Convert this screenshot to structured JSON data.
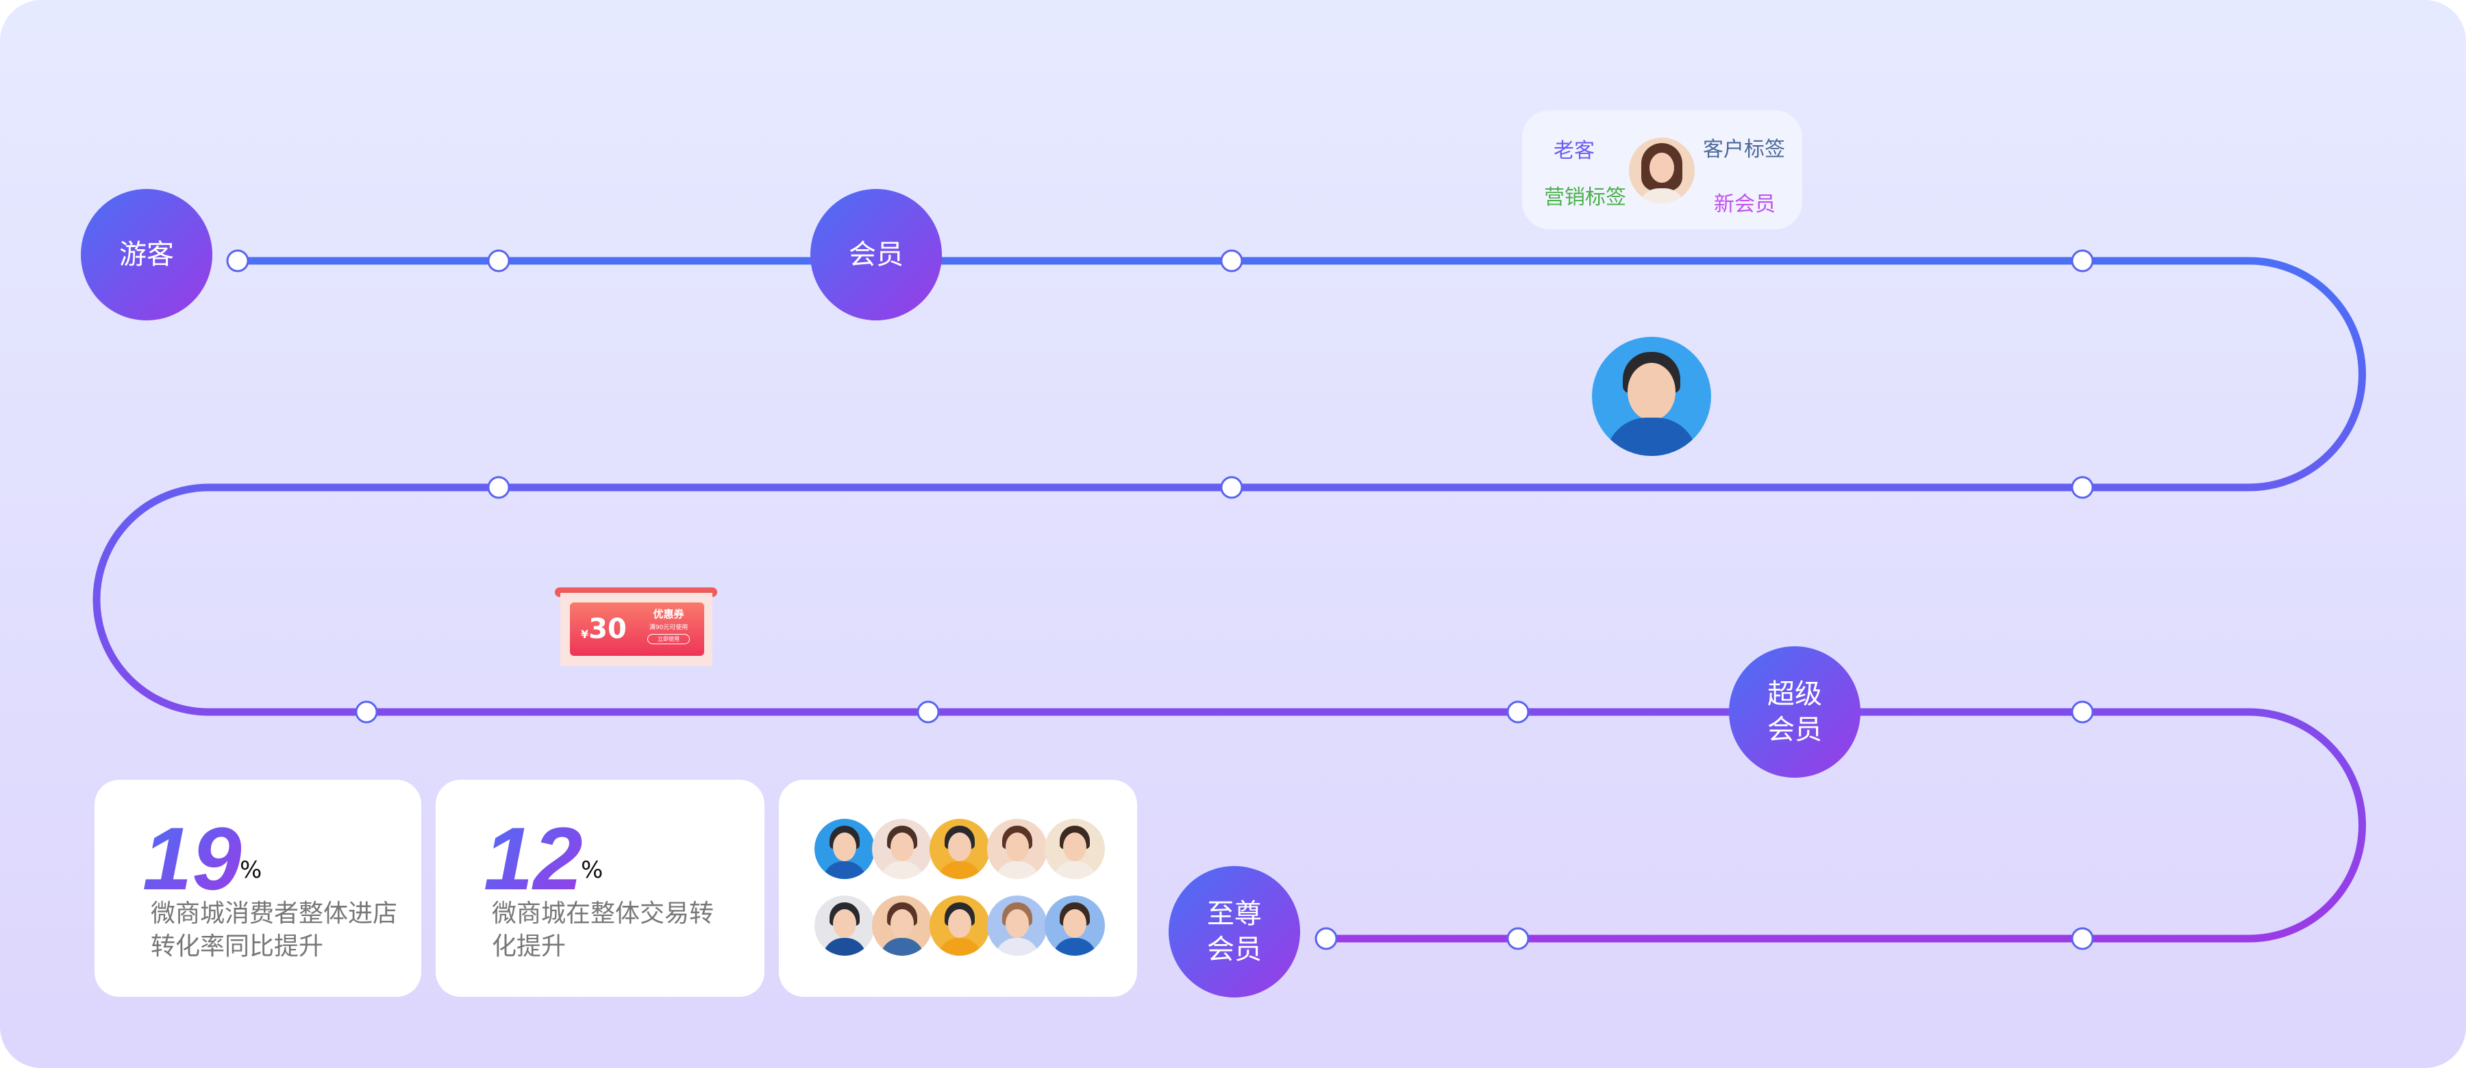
{
  "stages": {
    "visitor": "游客",
    "member": "会员",
    "super_member": [
      "超级",
      "会员"
    ],
    "supreme_member": [
      "至尊",
      "会员"
    ]
  },
  "tags": {
    "old_customer": "老客",
    "customer_tag": "客户标签",
    "marketing_tag": "营销标签",
    "new_member": "新会员"
  },
  "coupon": {
    "currency": "¥",
    "amount": "30",
    "title": "优惠券",
    "condition": "满90元可使用",
    "button": "立即使用"
  },
  "stats": [
    {
      "value": "19",
      "unit": "%",
      "desc": "微商城消费者整体进店转化率同比提升"
    },
    {
      "value": "12",
      "unit": "%",
      "desc": "微商城在整体交易转化提升"
    }
  ],
  "colors": {
    "start": "#4b6ff5",
    "end": "#9a3be6"
  }
}
